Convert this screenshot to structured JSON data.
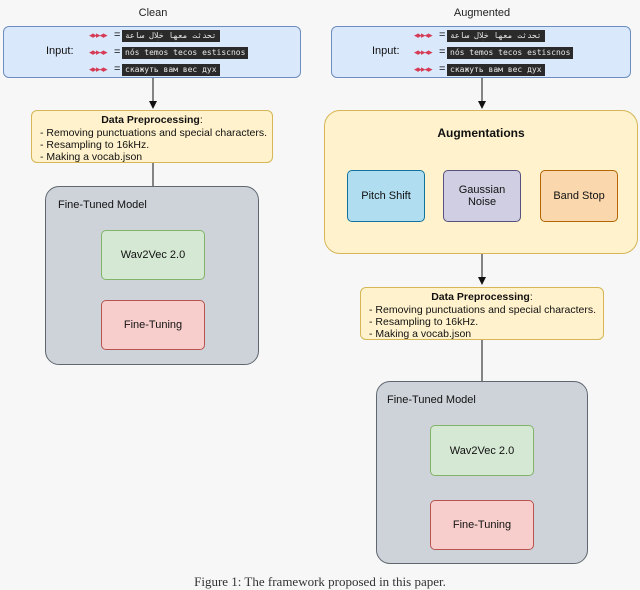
{
  "columns": {
    "clean": {
      "title": "Clean",
      "input_label": "Input:",
      "samples": [
        "تحدثت معها خلال ساعة",
        "nós temos tecos estiscnos",
        "скажуть вам вес дух"
      ],
      "wave_glyph": "◂▸▸◂▸",
      "eq": "=",
      "chevron": "ˇ",
      "preprocessing": {
        "title": "Data Preprocessing",
        "colon": ":",
        "steps": [
          "- Removing punctuations and special characters.",
          "- Resampling to 16kHz.",
          "- Making a vocab.json"
        ]
      },
      "model": {
        "title": "Fine-Tuned Model",
        "wav2vec": "Wav2Vec 2.0",
        "finetuning": "Fine-Tuning"
      }
    },
    "augmented": {
      "title": "Augmented",
      "input_label": "Input:",
      "samples": [
        "تحدثت معها خلال ساعة",
        "nós temos tecos estiscnos",
        "скажуть вам вес дух"
      ],
      "wave_glyph": "◂▸▸◂▸",
      "eq": "=",
      "chevron": "ˇ",
      "augmentations": {
        "title": "Augmentations",
        "items": [
          "Pitch Shift",
          "Gaussian Noise",
          "Band Stop"
        ]
      },
      "preprocessing": {
        "title": "Data Preprocessing",
        "colon": ":",
        "steps": [
          "- Removing punctuations and special characters.",
          "- Resampling to 16kHz.",
          "- Making a vocab.json"
        ]
      },
      "model": {
        "title": "Fine-Tuned Model",
        "wav2vec": "Wav2Vec 2.0",
        "finetuning": "Fine-Tuning"
      }
    }
  },
  "caption": "Figure 1: The framework proposed in this paper.",
  "colors": {
    "input_fill": "#dae8fc",
    "prep_fill": "#fff2cc",
    "model_fill": "#ced3da",
    "wav2vec_fill": "#d5e8d4",
    "finetune_fill": "#f8cecc",
    "pitch_fill": "#b1ddf0",
    "gauss_fill": "#d0cee2",
    "band_fill": "#fad7ac"
  }
}
